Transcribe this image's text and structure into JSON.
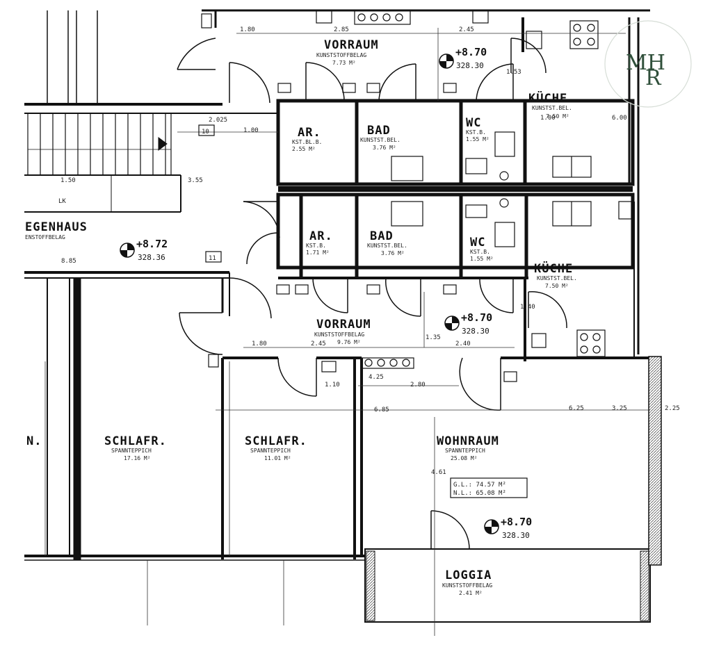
{
  "rooms": {
    "vorraum_top": {
      "name": "VORRAUM",
      "sub": "KUNSTSTOFFBELAG",
      "area": "7.73 M²"
    },
    "kueche_top": {
      "name": "KÜCHE",
      "sub": "KUNSTST.BEL.",
      "area": "7.50 M²"
    },
    "ar_top": {
      "name": "AR.",
      "sub": "KST.BL.B.",
      "area": "2.55 M²"
    },
    "bad_top": {
      "name": "BAD",
      "sub": "KUNSTST.BEL.",
      "area": "3.76 M²"
    },
    "wc_top": {
      "name": "WC",
      "sub": "KST.B.",
      "area": "1.55 M²"
    },
    "stiegenhaus": {
      "name": "EGENHAUS",
      "sub": "ENSTOFFBELAG"
    },
    "ar_bot": {
      "name": "AR.",
      "sub": "KST.B.",
      "area": "1.71 M²"
    },
    "bad_bot": {
      "name": "BAD",
      "sub": "KUNSTST.BEL.",
      "area": "3.76 M²"
    },
    "wc_bot": {
      "name": "WC",
      "sub": "KST.B.",
      "area": "1.55 M²"
    },
    "kueche_bot": {
      "name": "KÜCHE",
      "sub": "KUNSTST.BEL.",
      "area": "7.50 M²"
    },
    "vorraum_bot": {
      "name": "VORRAUM",
      "sub": "KUNSTSTOFFBELAG",
      "area": "9.76 M²"
    },
    "schlaf1": {
      "name": "SCHLAFR.",
      "sub": "SPANNTEPPICH",
      "area": "17.16 M²"
    },
    "schlaf2": {
      "name": "SCHLAFR.",
      "sub": "SPANNTEPPICH",
      "area": "11.01 M²"
    },
    "wohnraum": {
      "name": "WOHNRAUM",
      "sub": "SPANNTEPPICH",
      "area": "25.08 M²"
    },
    "loggia": {
      "name": "LOGGIA",
      "sub": "KUNSTSTOFFBELAG",
      "area": "2.41 M²"
    }
  },
  "levels": {
    "l1": {
      "h": "+8.70",
      "abs": "328.30"
    },
    "l2": {
      "h": "+8.72",
      "abs": "328.36"
    },
    "l3": {
      "h": "+8.70",
      "abs": "328.30"
    },
    "l4": {
      "h": "+8.70",
      "abs": "328.30"
    }
  },
  "areas_box": {
    "gl": "G.L.: 74.57 M²",
    "nl": "N.L.: 65.08 M²"
  },
  "labels": {
    "lk": "LK",
    "stair_10": "10",
    "stair_11": "11",
    "n_left": "N."
  },
  "dims": {
    "d1": "1.80",
    "d2": "2.85",
    "d3": "2.45",
    "d4": "3.55",
    "d5": "1.50",
    "d6": "1.00",
    "d7": "2.025",
    "d8": "1.80",
    "d9": "2.45",
    "d10": "2.40",
    "d11": "1.10",
    "d12": "2.80",
    "d13": "6.85",
    "d14": "6.25",
    "d15": "4.25",
    "d16": "1.53",
    "d17": "1.40",
    "d18": "1.00",
    "d19": "6.00",
    "d20": "8.85",
    "d21": "2.25",
    "d22": "3.25",
    "d23": "4.61",
    "d24": "1.35"
  },
  "logo": {
    "top": "MH",
    "bottom": "R"
  }
}
